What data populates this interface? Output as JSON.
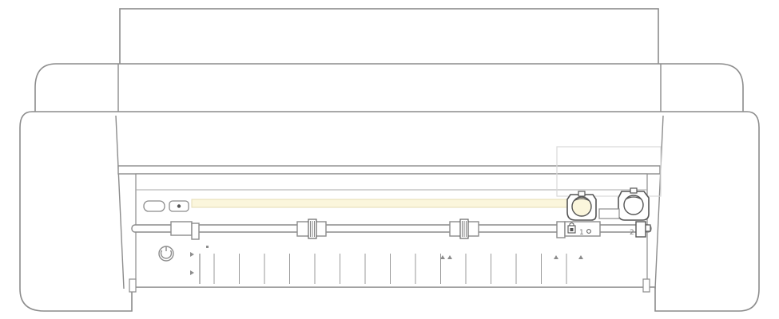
{
  "illustration": {
    "subject": "cutting-machine-front-view",
    "colors": {
      "outline": "#8c8c8c",
      "body_fill": "#ffffff",
      "cut_strip": "#fbf6dc",
      "cut_strip_border": "#e4dcb4",
      "highlight_box": "#d9d9d9"
    },
    "icons": {
      "power": "power-icon",
      "lock": "lock-icon",
      "arrow": "triangle-marker-icon"
    }
  },
  "carriage": {
    "tool_1": {
      "label": "1"
    },
    "tool_2": {
      "label": "2"
    }
  }
}
